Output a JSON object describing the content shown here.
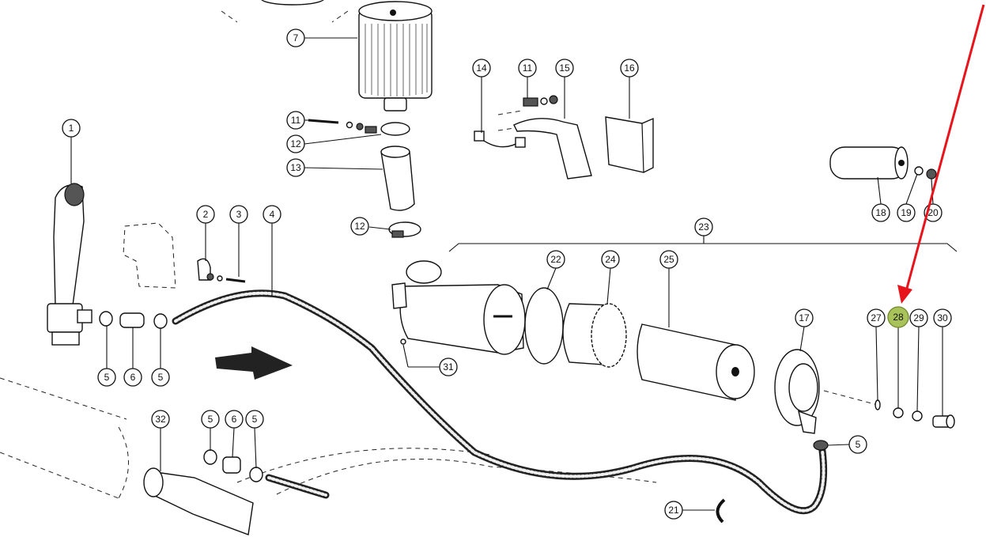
{
  "callouts": {
    "c1": "1",
    "c2": "2",
    "c3": "3",
    "c4": "4",
    "c5a": "5",
    "c5b": "5",
    "c5c": "5",
    "c5d": "5",
    "c5e": "5",
    "c6a": "6",
    "c6b": "6",
    "c7": "7",
    "c11a": "11",
    "c11b": "11",
    "c12a": "12",
    "c12b": "12",
    "c13": "13",
    "c14": "14",
    "c15": "15",
    "c16": "16",
    "c17": "17",
    "c18": "18",
    "c19": "19",
    "c20": "20",
    "c21": "21",
    "c22": "22",
    "c23": "23",
    "c24": "24",
    "c25": "25",
    "c27": "27",
    "c28": "28",
    "c29": "29",
    "c30": "30",
    "c31": "31",
    "c32": "32"
  },
  "highlight": {
    "part": "28",
    "color": "#a9c35a",
    "arrow_color": "#e8141b"
  }
}
